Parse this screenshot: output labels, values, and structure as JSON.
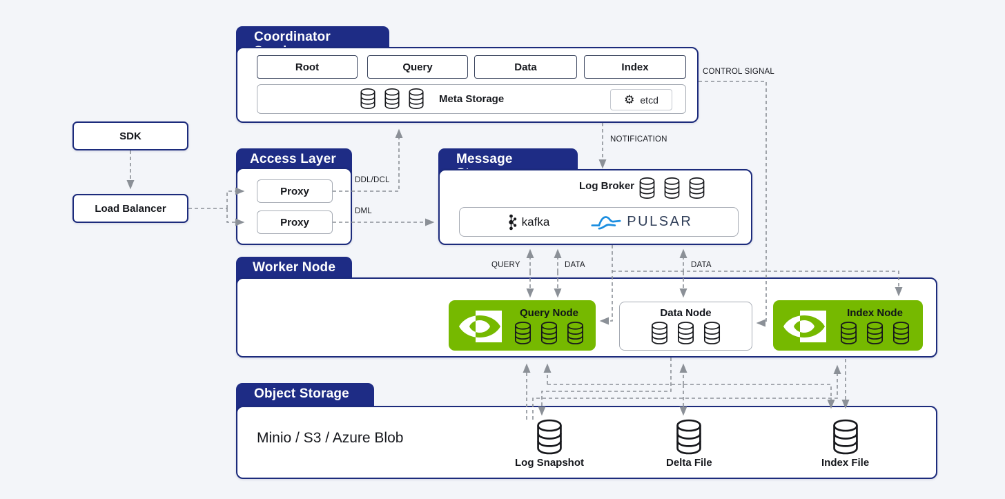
{
  "colors": {
    "background": "#f3f5f9",
    "navy_tab": "#1e2c85",
    "navy_border": "#1c2b7c",
    "nvidia_green": "#76b900",
    "arrow_gray": "#8b9097",
    "pulsar_blue": "#1b8ee0"
  },
  "icons": {
    "database": "db-cylinder",
    "gear": "etcd-gear",
    "nvidia": "nvidia-eye-emblem",
    "kafka": "kafka-circles-mark",
    "pulsar": "pulsar-wave-mark"
  },
  "coordinator": {
    "tab_label": "Coordinator",
    "tab_label_clipped": "Service",
    "boxes": [
      "Root",
      "Query",
      "Data",
      "Index"
    ],
    "meta_storage_label": "Meta Storage",
    "etcd_label": "etcd"
  },
  "sdk": {
    "label": "SDK"
  },
  "load_balancer": {
    "label": "Load Balancer"
  },
  "access_layer": {
    "tab_label": "Access Layer",
    "proxies": [
      "Proxy",
      "Proxy"
    ]
  },
  "message": {
    "tab_label": "Message",
    "tab_label_clipped": "Storage",
    "log_broker_label": "Log Broker",
    "kafka_label": "kafka",
    "pulsar_label": "PULSAR"
  },
  "worker_node": {
    "tab_label": "Worker Node",
    "query_node_label": "Query Node",
    "data_node_label": "Data Node",
    "index_node_label": "Index Node"
  },
  "object_storage": {
    "tab_label": "Object Storage",
    "providers": "Minio / S3 / Azure Blob",
    "items": [
      {
        "label": "Log Snapshot"
      },
      {
        "label": "Delta File"
      },
      {
        "label": "Index File"
      }
    ]
  },
  "edge_labels": {
    "ddl_dcl": "DDL/DCL",
    "dml": "DML",
    "notification": "NOTIFICATION",
    "control_signal": "CONTROL SIGNAL",
    "query": "QUERY",
    "data_left": "DATA",
    "data_right": "DATA"
  }
}
